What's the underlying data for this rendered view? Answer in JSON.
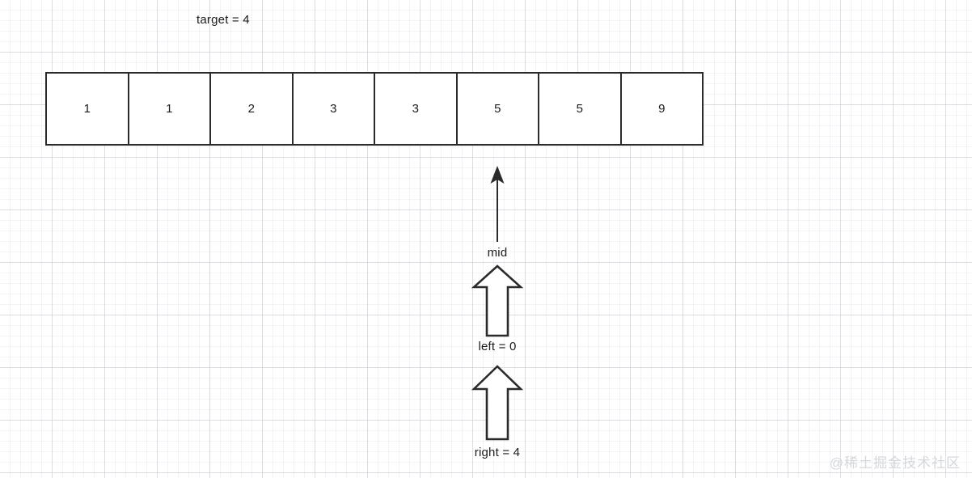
{
  "diagram": {
    "title_note": "target = 4",
    "array": {
      "values": [
        "1",
        "1",
        "2",
        "3",
        "3",
        "5",
        "5",
        "9"
      ]
    },
    "markers": [
      {
        "id": "mid",
        "label": "mid",
        "arrow": "thin-up-arrow"
      },
      {
        "id": "left",
        "label": "left = 0",
        "arrow": "block-up-arrow"
      },
      {
        "id": "right",
        "label": "right = 4",
        "arrow": "block-up-arrow"
      }
    ],
    "watermark": "@稀土掘金技术社区",
    "colors": {
      "stroke": "#2b2b2b",
      "text": "#1b1b1b",
      "grid_major": "#c5cbd2",
      "grid_minor": "#d6dbe1",
      "watermark": "#d4d7dc",
      "background": "#ffffff"
    }
  }
}
